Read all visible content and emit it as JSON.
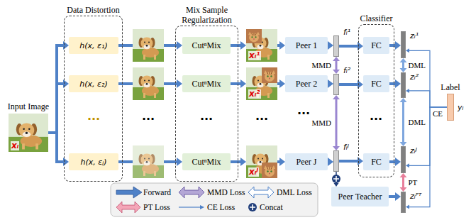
{
  "diagram": {
    "nodes": [
      {
        "text": [
          "Input Image",
          "xᵢ"
        ]
      },
      {
        "text": [
          "Data Distortion"
        ]
      },
      {
        "text": [
          "h(x, ε₁)"
        ],
        "in": 1
      },
      {
        "text": [
          "h(x, ε₂)"
        ],
        "in": 1
      },
      {
        "text": [
          "h(x, εⱼ)"
        ],
        "in": 1
      },
      {
        "text": [
          "Mix Sample Regularization"
        ]
      },
      {
        "text": [
          "CutⁿMix"
        ],
        "in": 5
      },
      {
        "text": [
          "CutⁿMix"
        ],
        "in": 5
      },
      {
        "text": [
          "CutⁿMix"
        ],
        "in": 5
      },
      {
        "text": [
          "xᵢ¹"
        ]
      },
      {
        "text": [
          "xᵢ²"
        ]
      },
      {
        "text": [
          "xᵢᴶ"
        ]
      },
      {
        "text": [
          "Peer 1"
        ]
      },
      {
        "text": [
          "Peer 2"
        ]
      },
      {
        "text": [
          "Peer J"
        ]
      },
      {
        "text": [
          "fᵢ¹"
        ]
      },
      {
        "text": [
          "fᵢ²"
        ]
      },
      {
        "text": [
          "fᵢᴶ"
        ]
      },
      {
        "text": [
          "Classifier"
        ]
      },
      {
        "text": [
          "FC"
        ],
        "in": 18
      },
      {
        "text": [
          "FC"
        ],
        "in": 18
      },
      {
        "text": [
          "FC"
        ],
        "in": 18
      },
      {
        "text": [
          "zᵢ¹"
        ]
      },
      {
        "text": [
          "zᵢ²"
        ]
      },
      {
        "text": [
          "zᵢᴶ"
        ]
      },
      {
        "text": [
          "Label",
          "yᵢ"
        ]
      },
      {
        "text": [
          "Peer Teacher"
        ]
      },
      {
        "text": [
          "zᵢᴾᵀ"
        ]
      }
    ],
    "edges": [
      {
        "from": 0,
        "to": 2,
        "arrow": "to"
      },
      {
        "from": 0,
        "to": 3,
        "arrow": "to"
      },
      {
        "from": 0,
        "to": 4,
        "arrow": "to"
      },
      {
        "from": 2,
        "to": 6,
        "arrow": "to"
      },
      {
        "from": 3,
        "to": 7,
        "arrow": "to"
      },
      {
        "from": 4,
        "to": 8,
        "arrow": "to"
      },
      {
        "from": 6,
        "to": 9,
        "arrow": "to"
      },
      {
        "from": 7,
        "to": 10,
        "arrow": "to"
      },
      {
        "from": 8,
        "to": 11,
        "arrow": "to"
      },
      {
        "from": 9,
        "to": 12,
        "arrow": "to"
      },
      {
        "from": 10,
        "to": 13,
        "arrow": "to"
      },
      {
        "from": 11,
        "to": 14,
        "arrow": "to"
      },
      {
        "from": 12,
        "to": 15,
        "arrow": "to"
      },
      {
        "from": 13,
        "to": 16,
        "arrow": "to"
      },
      {
        "from": 14,
        "to": 17,
        "arrow": "to"
      },
      {
        "from": 15,
        "to": 19,
        "arrow": "to"
      },
      {
        "from": 16,
        "to": 20,
        "arrow": "to"
      },
      {
        "from": 17,
        "to": 21,
        "arrow": "to"
      },
      {
        "from": 19,
        "to": 22,
        "arrow": "to"
      },
      {
        "from": 20,
        "to": 23,
        "arrow": "to"
      },
      {
        "from": 21,
        "to": 24,
        "arrow": "to"
      },
      {
        "from": 15,
        "to": 16,
        "label": "MMD",
        "arrow": "both"
      },
      {
        "from": 16,
        "to": 17,
        "label": "MMD",
        "arrow": "both"
      },
      {
        "from": 22,
        "to": 23,
        "label": "DML",
        "arrow": "both"
      },
      {
        "from": 23,
        "to": 24,
        "label": "DML",
        "arrow": "both"
      },
      {
        "from": 24,
        "to": 27,
        "label": "PT",
        "arrow": "both"
      },
      {
        "from": 25,
        "to": 22,
        "arrow": "to"
      },
      {
        "from": 25,
        "to": 23,
        "label": "CE",
        "arrow": "to"
      },
      {
        "from": 25,
        "to": 24,
        "arrow": "to"
      },
      {
        "from": 25,
        "to": 27,
        "arrow": "to"
      },
      {
        "from": 17,
        "to": 26,
        "arrow": "to"
      },
      {
        "from": 26,
        "to": 27,
        "arrow": "to"
      }
    ],
    "labels": [
      "···",
      "···",
      "···",
      "···",
      "···",
      "···"
    ],
    "legend": [
      {
        "text": "Forward"
      },
      {
        "text": "MMD Loss"
      },
      {
        "text": "DML Loss"
      },
      {
        "text": "PT Loss"
      },
      {
        "text": "CE Loss"
      },
      {
        "text": "Concat"
      }
    ]
  }
}
